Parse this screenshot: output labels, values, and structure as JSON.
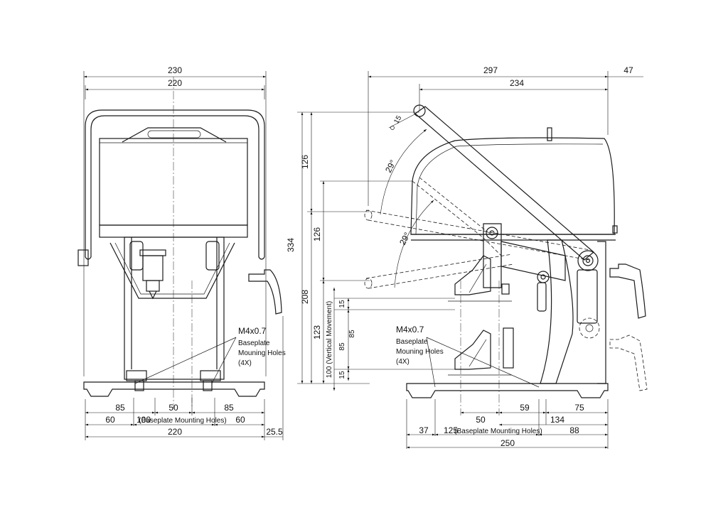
{
  "front_view": {
    "dims": {
      "overall_width": "230",
      "handle_width": "220",
      "left_85": "85",
      "center_50": "50",
      "right_85": "85",
      "left_60": "60",
      "baseplate_100": "100",
      "baseplate_mounting_label": "(Baseplate Mounting Holes)",
      "right_60": "60",
      "base_220": "220",
      "offset_25_5": "25.5",
      "height_334": "334",
      "height_208": "208"
    },
    "callout": {
      "thread": "M4x0.7",
      "line1": "Baseplate",
      "line2": "Mouning Holes",
      "line3": "(4X)"
    }
  },
  "side_view": {
    "dims": {
      "overall_297": "297",
      "handle_47": "47",
      "arm_234": "234",
      "radius_15": "15",
      "angle_upper": "29°",
      "angle_lower": "29°",
      "height_126_top": "126",
      "height_126_mid": "126",
      "height_123": "123",
      "vertical_movement": "100 (Vertical Movement)",
      "travel_15_top": "15",
      "travel_85_left": "85",
      "travel_85_right": "85",
      "travel_15_bottom": "15",
      "base_50": "50",
      "base_59": "59",
      "base_75": "75",
      "base_134": "134",
      "base_37": "37",
      "base_125": "125",
      "baseplate_mounting_label": "(Baseplate Mounting Holes)",
      "base_88": "88",
      "base_250": "250"
    },
    "callout": {
      "thread": "M4x0.7",
      "line1": "Baseplate",
      "line2": "Mouning Holes",
      "line3": "(4X)"
    }
  }
}
